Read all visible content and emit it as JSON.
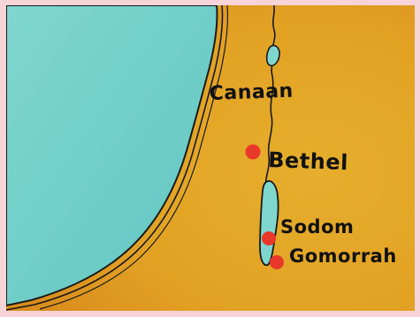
{
  "map": {
    "colors": {
      "land": "#e4a826",
      "land_dark": "#d88a1c",
      "water": "#6ccfc9",
      "water_light": "#8fdcd4",
      "outline": "#1a1a1a",
      "city_marker": "#e8382a",
      "frame": "#f7d4d7"
    },
    "labels": {
      "region": "Canaan",
      "cities": [
        {
          "name": "Bethel"
        },
        {
          "name": "Sodom"
        },
        {
          "name": "Gomorrah"
        }
      ]
    }
  }
}
